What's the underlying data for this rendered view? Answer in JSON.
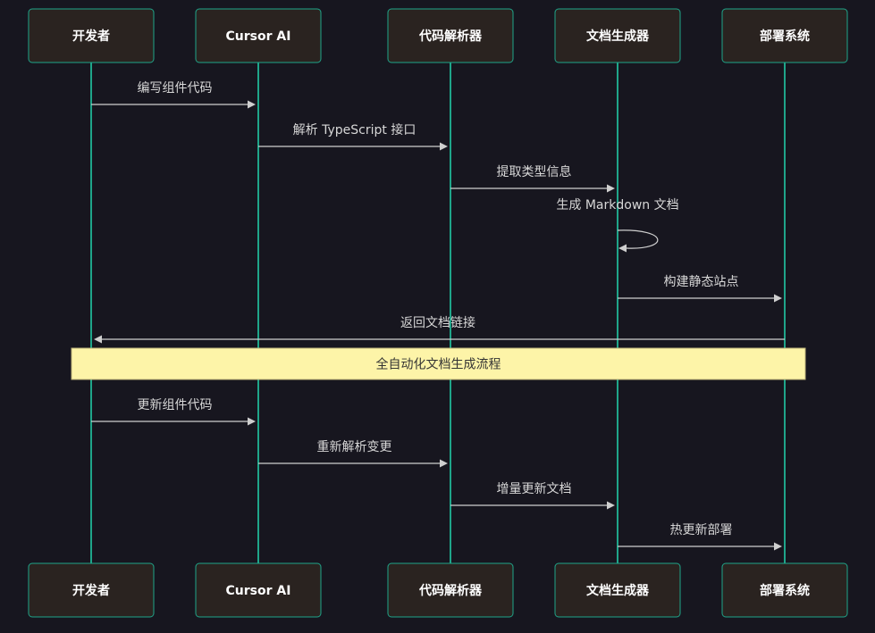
{
  "participants": [
    {
      "id": "dev",
      "label": "开发者"
    },
    {
      "id": "ai",
      "label": "Cursor AI"
    },
    {
      "id": "parser",
      "label": "代码解析器"
    },
    {
      "id": "docgen",
      "label": "文档生成器"
    },
    {
      "id": "deploy",
      "label": "部署系统"
    }
  ],
  "messages": [
    {
      "from": "dev",
      "to": "ai",
      "label": "编写组件代码"
    },
    {
      "from": "ai",
      "to": "parser",
      "label": "解析 TypeScript 接口"
    },
    {
      "from": "parser",
      "to": "docgen",
      "label": "提取类型信息"
    },
    {
      "from": "docgen",
      "to": "docgen",
      "label": "生成 Markdown 文档"
    },
    {
      "from": "docgen",
      "to": "deploy",
      "label": "构建静态站点"
    },
    {
      "from": "deploy",
      "to": "dev",
      "label": "返回文档链接"
    },
    {
      "note": true,
      "over": [
        "dev",
        "deploy"
      ],
      "label": "全自动化文档生成流程"
    },
    {
      "from": "dev",
      "to": "ai",
      "label": "更新组件代码"
    },
    {
      "from": "ai",
      "to": "parser",
      "label": "重新解析变更"
    },
    {
      "from": "parser",
      "to": "docgen",
      "label": "增量更新文档"
    },
    {
      "from": "docgen",
      "to": "deploy",
      "label": "热更新部署"
    }
  ],
  "colors": {
    "background": "#17161f",
    "actor_fill": "#2a2320",
    "lifeline": "#1fa58a",
    "arrow": "#cfcfcf",
    "note_fill": "#fdf4a8"
  }
}
